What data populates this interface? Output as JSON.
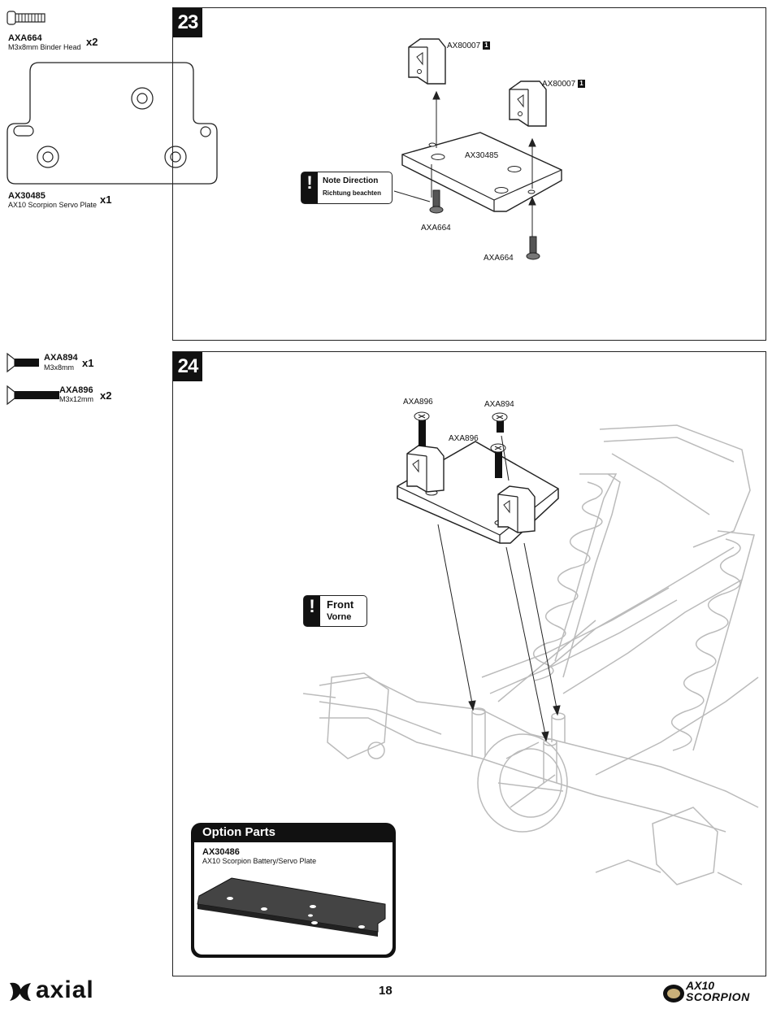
{
  "left_parts": {
    "step23": [
      {
        "id": "AXA664",
        "desc": "M3x8mm Binder Head",
        "qty": "x2"
      },
      {
        "id": "AX30485",
        "desc": "AX10 Scorpion Servo Plate",
        "qty": "x1"
      }
    ],
    "step24": [
      {
        "id": "AXA894",
        "desc": "M3x8mm",
        "qty": "x1"
      },
      {
        "id": "AXA896",
        "desc": "M3x12mm",
        "qty": "x2"
      }
    ]
  },
  "step23": {
    "number": "23",
    "labels": {
      "mount_a": "AX80007",
      "mount_b": "AX80007",
      "badge": "1",
      "plate": "AX30485",
      "screw_a": "AXA664",
      "screw_b": "AXA664"
    },
    "note": {
      "line1": "Note Direction",
      "line2": "Richtung beachten"
    }
  },
  "step24": {
    "number": "24",
    "labels": {
      "screw_a": "AXA896",
      "screw_b": "AXA894",
      "screw_c": "AXA896"
    },
    "note": {
      "line1": "Front",
      "line2": "Vorne"
    },
    "option": {
      "title": "Option Parts",
      "part_id": "AX30486",
      "part_desc": "AX10 Scorpion Battery/Servo Plate"
    }
  },
  "footer": {
    "brand": "axial",
    "page_number": "18",
    "product_line1": "AX10",
    "product_line2": "SCORPION"
  }
}
